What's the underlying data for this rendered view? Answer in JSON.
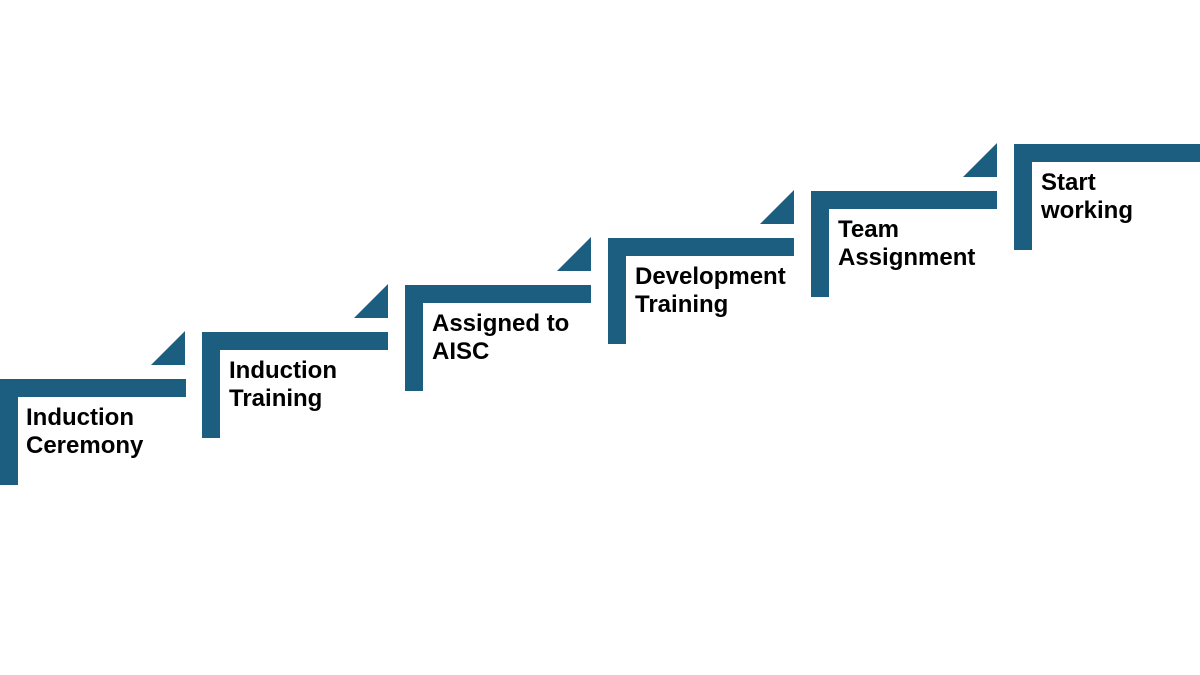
{
  "colors": {
    "accent": "#1b5e80",
    "background": "#ffffff",
    "text": "#000000"
  },
  "steps": [
    {
      "line1": "Induction",
      "line2": "Ceremony"
    },
    {
      "line1": "Induction",
      "line2": "Training"
    },
    {
      "line1": "Assigned to",
      "line2": "AISC"
    },
    {
      "line1": "Development",
      "line2": "Training"
    },
    {
      "line1": "Team",
      "line2": "Assignment"
    },
    {
      "line1": "Start",
      "line2": "working"
    }
  ]
}
